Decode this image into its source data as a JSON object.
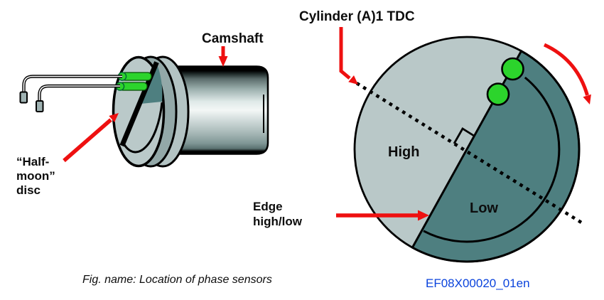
{
  "left_diagram": {
    "camshaft_label": "Camshaft",
    "half_moon_line1": "“Half-",
    "half_moon_line2": "moon”",
    "half_moon_line3": "disc"
  },
  "right_diagram": {
    "tdc_label": "Cylinder (A)1 TDC",
    "high_label": "High",
    "low_label": "Low",
    "edge_line1": "Edge",
    "edge_line2": "high/low"
  },
  "footer": {
    "caption": "Fig. name: Location of phase sensors",
    "code": "EF08X00020_01en"
  },
  "colors": {
    "disc_light": "#b9c8c8",
    "disc_dark": "#4e7f80",
    "rim_medium": "#93a8a8",
    "collar_light": "#b3c3c3",
    "sensor_green": "#2cd42c",
    "arrow_red": "#ee1010",
    "code_blue": "#0a43dc",
    "outline_black": "#000000"
  }
}
